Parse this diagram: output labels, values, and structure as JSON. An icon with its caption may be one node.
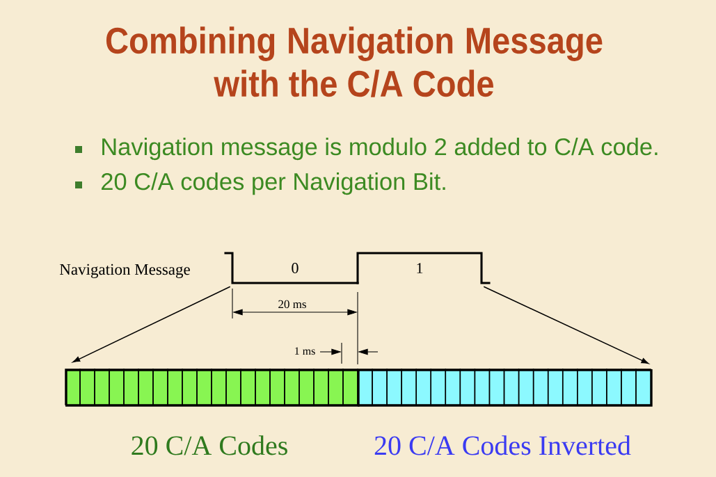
{
  "diagram": {
    "title": "Combining Navigation Message with the C/A Code",
    "nodes": [
      {
        "text": [
          "0"
        ]
      },
      {
        "text": [
          "1"
        ]
      },
      {
        "text": [],
        "shape": "bar",
        "beside": [
          "20 C/A Codes"
        ]
      },
      {
        "text": [],
        "shape": "bar",
        "beside": [
          "20 C/A Codes Inverted"
        ]
      }
    ],
    "edges": [
      {
        "from": 0,
        "to": 2,
        "arrow": "to"
      },
      {
        "from": 1,
        "to": 3,
        "arrow": "to"
      }
    ],
    "labels": [
      "Navigation message is modulo 2 added to C/A code.",
      "20 C/A codes per Navigation Bit.",
      "Navigation Message",
      "20 ms",
      "1 ms"
    ]
  }
}
